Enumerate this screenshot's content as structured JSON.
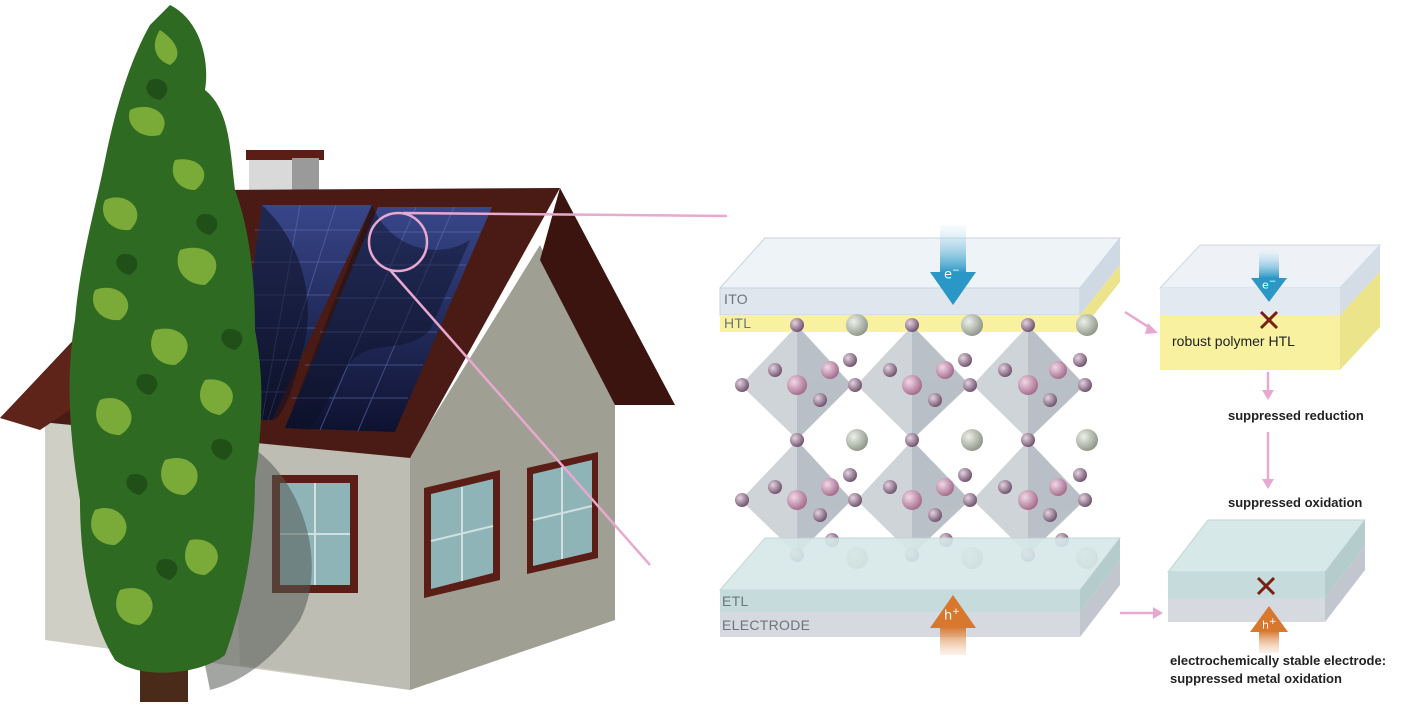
{
  "layers": {
    "ito": "ITO",
    "htl": "HTL",
    "etl": "ETL",
    "electrode": "ELECTRODE"
  },
  "carriers": {
    "electron": "e",
    "hole": "h",
    "electron_sup": "−",
    "hole_sup": "+"
  },
  "annotations": {
    "robust_htl": "robust polymer HTL",
    "suppressed_reduction": "suppressed reduction",
    "suppressed_oxidation": "suppressed oxidation",
    "stable_electrode_line1": "electrochemically stable electrode:",
    "stable_electrode_line2": "suppressed metal oxidation"
  },
  "colors": {
    "roof": "#4a1a14",
    "wall_front": "#c9c9c0",
    "wall_side": "#9e9d92",
    "solar_panel": "#1e2a52",
    "tree_dark": "#2f6a22",
    "tree_light": "#7fae3a",
    "pointer_line": "#e8a8cf",
    "htl_yellow": "#f7f1a0",
    "ito_blue": "#dfe8f3",
    "etl_teal": "#cfe3e3",
    "electrode_gray": "#d6d9e0",
    "electron_arrow": "#2a97c6",
    "hole_arrow": "#d8782f",
    "cross_mark": "#7a1f14",
    "atom_purple": "#8a6a86",
    "atom_pink": "#b57e9e",
    "atom_green": "#a8b0a0"
  }
}
